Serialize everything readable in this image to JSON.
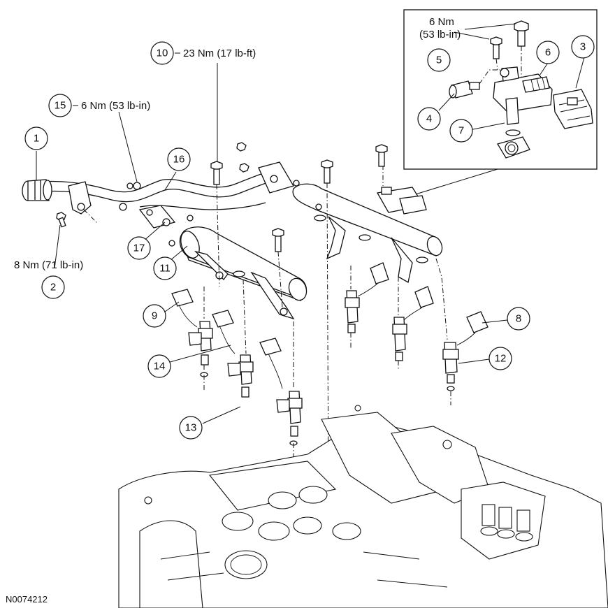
{
  "diagram_id": "N0074212",
  "callouts": [
    {
      "num": "1"
    },
    {
      "num": "2"
    },
    {
      "num": "3"
    },
    {
      "num": "4"
    },
    {
      "num": "5"
    },
    {
      "num": "6"
    },
    {
      "num": "7"
    },
    {
      "num": "8"
    },
    {
      "num": "9"
    },
    {
      "num": "10"
    },
    {
      "num": "11"
    },
    {
      "num": "12"
    },
    {
      "num": "13"
    },
    {
      "num": "14"
    },
    {
      "num": "15"
    },
    {
      "num": "16"
    },
    {
      "num": "17"
    }
  ],
  "torque_specs": {
    "spec_10": "23 Nm (17 lb-ft)",
    "spec_15": "6 Nm (53 lb-in)",
    "spec_2": "8 Nm (71 lb-in)",
    "spec_5_line1": "6 Nm",
    "spec_5_line2": "(53 lb-in)"
  }
}
